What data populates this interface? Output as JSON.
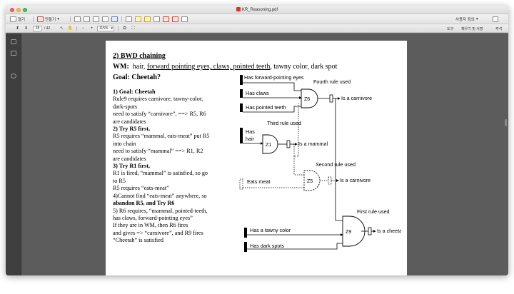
{
  "window": {
    "title": "KR_Reasoning.pdf",
    "colors": {
      "close": "#fc605b",
      "minimize": "#fdbc40",
      "maximize": "#34c84a"
    }
  },
  "toolbar": {
    "open_label": "열기",
    "create_label": "만들기",
    "customize_label": "사용자 정의"
  },
  "nav": {
    "current_page": "28",
    "page_total": "/ 42",
    "zoom": "115%",
    "tools_link": "도구",
    "fill_sign_link": "채우기 및 서명",
    "comment_link": "주석"
  },
  "document": {
    "heading": "2) BWD chaining",
    "wm_label": "WM:",
    "wm_prefix": "hair, ",
    "wm_underlined": "forward pointing eyes, claws, pointed teeth",
    "wm_suffix": ", tawny color, dark spot",
    "goal": "Goal:  Cheetah?",
    "steps": [
      "1) Goal: Cheetah",
      "Rule9 requires carnivore, tawny-color,",
      "dark-spots",
      "need to satisfy “carnivore”, ==> R5, R6",
      "are candidates",
      "   2) Try R5 first,",
      "R5 requires “mammal, eats-meat” put R5",
      "into chain",
      "need to satisfy “mammal” ==> R1, R2",
      "are candidates",
      "   3) Try R1 first,",
      "R1 is fired, “mammal” is satisfied, so go",
      "to R5",
      "R5 requires “eats-meat”",
      "4)Cannot find “eats-meat” anywhere, so",
      "abandon R5, and Try R6",
      "5) R6 requires, “mammal, pointed-teeth,",
      "has claws, forward-pointing eyes”",
      "If they are in WM, then R6 fires",
      "and gives => “carnivore”, and R9 fires",
      "“Cheetah” is satisfied"
    ]
  },
  "diagram": {
    "inputs": {
      "forward_eyes": "Has forward-pointing eyes",
      "claws": "Has claws",
      "pointed_teeth": "Has pointed teeth",
      "has": "Has",
      "hair": "hair",
      "eats_meat": "Eats meat",
      "tawny": "Has a tawny color",
      "dark_spots": "Has dark spots"
    },
    "gates": {
      "z6": "Z6",
      "z1": "Z1",
      "z5": "Z5",
      "z9": "Z9"
    },
    "outputs": {
      "carnivore_1": "Is a carnivore",
      "mammal": "Is a mammal",
      "carnivore_2": "Is a carnivore",
      "cheetah": "Is a cheetah"
    },
    "rule_labels": {
      "fourth": "Fourth rule used",
      "third": "Third rule used",
      "second": "Second rule used",
      "first": "First rule used"
    }
  }
}
